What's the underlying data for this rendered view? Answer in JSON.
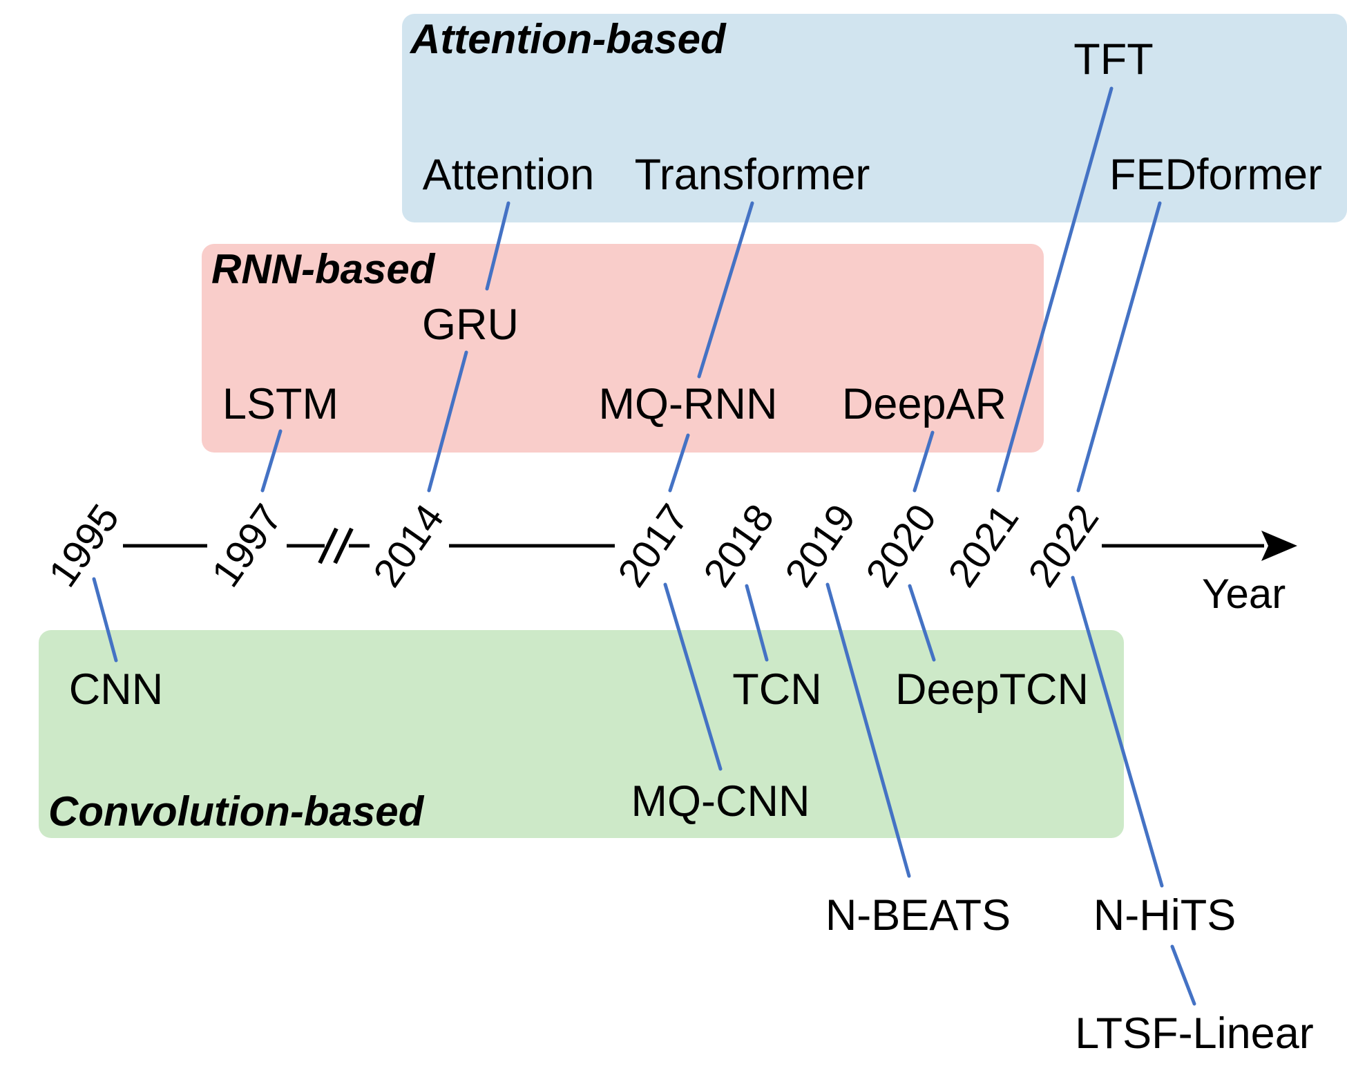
{
  "colors": {
    "attention_bg": "#d1e4ef",
    "rnn_bg": "#f9cdca",
    "conv_bg": "#cde9c8",
    "connector": "#4472c4",
    "axis": "#000000"
  },
  "regions": {
    "attention": "Attention-based",
    "rnn": "RNN-based",
    "convolution": "Convolution-based"
  },
  "axis": {
    "label": "Year",
    "years": [
      "1995",
      "1997",
      "2014",
      "2017",
      "2018",
      "2019",
      "2020",
      "2021",
      "2022"
    ]
  },
  "models": {
    "attention": "Attention",
    "transformer": "Transformer",
    "tft": "TFT",
    "fedformer": "FEDformer",
    "gru": "GRU",
    "lstm": "LSTM",
    "mq_rnn": "MQ-RNN",
    "deepar": "DeepAR",
    "cnn": "CNN",
    "tcn": "TCN",
    "deeptcn": "DeepTCN",
    "mq_cnn": "MQ-CNN",
    "n_beats": "N-BEATS",
    "n_hits": "N-HiTS",
    "ltsf_linear": "LTSF-Linear"
  }
}
